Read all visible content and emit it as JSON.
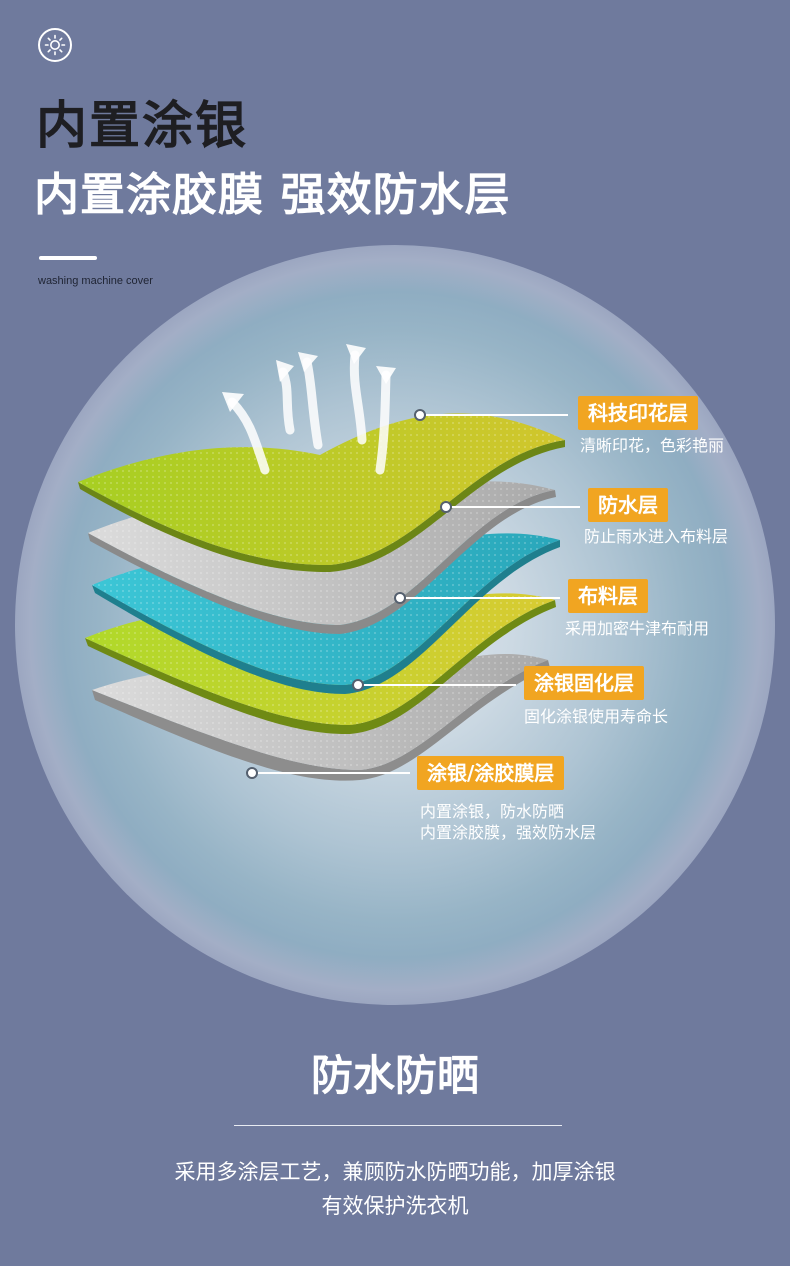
{
  "header": {
    "title_line1": "内置涂银",
    "title_line2": "内置涂胶膜 强效防水层",
    "subtitle": "washing machine cover",
    "icon": "sun-icon"
  },
  "layers": [
    {
      "label": "科技印花层",
      "desc": [
        "清晰印花，色彩艳丽"
      ]
    },
    {
      "label": "防水层",
      "desc": [
        "防止雨水进入布料层"
      ]
    },
    {
      "label": "布料层",
      "desc": [
        "采用加密牛津布耐用"
      ]
    },
    {
      "label": "涂银固化层",
      "desc": [
        "固化涂银使用寿命长"
      ]
    },
    {
      "label": "涂银/涂胶膜层",
      "desc": [
        "内置涂银，防水防晒",
        "内置涂胶膜，强效防水层"
      ]
    }
  ],
  "footer": {
    "title": "防水防晒",
    "lines": [
      "采用多涂层工艺，兼顾防水防晒功能，加厚涂银",
      "有效保护洗衣机"
    ]
  },
  "colors": {
    "background": "#6f7a9d",
    "accent": "#f1a521",
    "print_layer": "#b4cb2c",
    "waterproof_layer": "#c9c9c9",
    "fabric_layer": "#35bccb",
    "coating_layer": "#b9cf2e",
    "film_layer": "#bdbdbd"
  }
}
